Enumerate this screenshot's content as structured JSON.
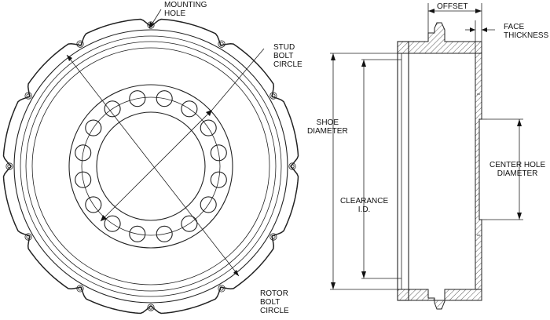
{
  "labels": {
    "mounting_hole": [
      "MOUNTING",
      "HOLE"
    ],
    "stud_bolt_circle": [
      "STUD",
      "BOLT",
      "CIRCLE"
    ],
    "rotor_bolt_circle": [
      "ROTOR",
      "BOLT",
      "CIRCLE"
    ],
    "offset": "OFFSET",
    "face_thickness": [
      "FACE",
      "THICKNESS"
    ],
    "shoe_diameter": [
      "SHOE",
      "DIAMETER"
    ],
    "clearance_id": [
      "CLEARANCE",
      "I.D."
    ],
    "center_hole_diameter": [
      "CENTER HOLE",
      "DIAMETER"
    ]
  },
  "counts": {
    "stud_holes": 16,
    "mounting_holes": 12,
    "scallops": 12
  }
}
